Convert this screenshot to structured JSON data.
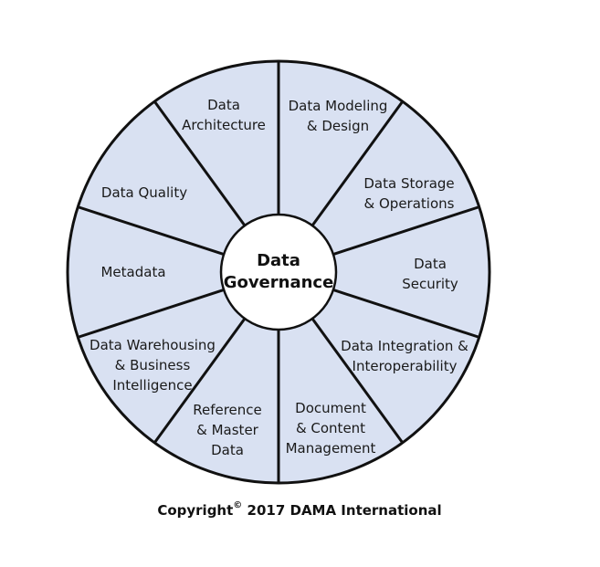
{
  "colors": {
    "segment_fill": "#d9e1f2",
    "outline": "#111111",
    "hub_fill": "#ffffff",
    "text": "#1a1a1a"
  },
  "hub": {
    "line1": "Data",
    "line2": "Governance"
  },
  "segments": [
    {
      "lines": [
        "Data",
        "Architecture"
      ]
    },
    {
      "lines": [
        "Data Modeling",
        "& Design"
      ]
    },
    {
      "lines": [
        "Data Storage",
        "& Operations"
      ]
    },
    {
      "lines": [
        "Data",
        "Security"
      ]
    },
    {
      "lines": [
        "Data Integration &",
        "Interoperability"
      ]
    },
    {
      "lines": [
        "Document",
        "& Content",
        "Management"
      ]
    },
    {
      "lines": [
        "Reference",
        "& Master",
        "Data"
      ]
    },
    {
      "lines": [
        "Data Warehousing",
        "& Business",
        "Intelligence"
      ]
    },
    {
      "lines": [
        "Metadata"
      ]
    },
    {
      "lines": [
        "Data Quality"
      ]
    }
  ],
  "footer": {
    "prefix": "Copyright",
    "symbol": "©",
    "suffix": " 2017 DAMA International"
  }
}
